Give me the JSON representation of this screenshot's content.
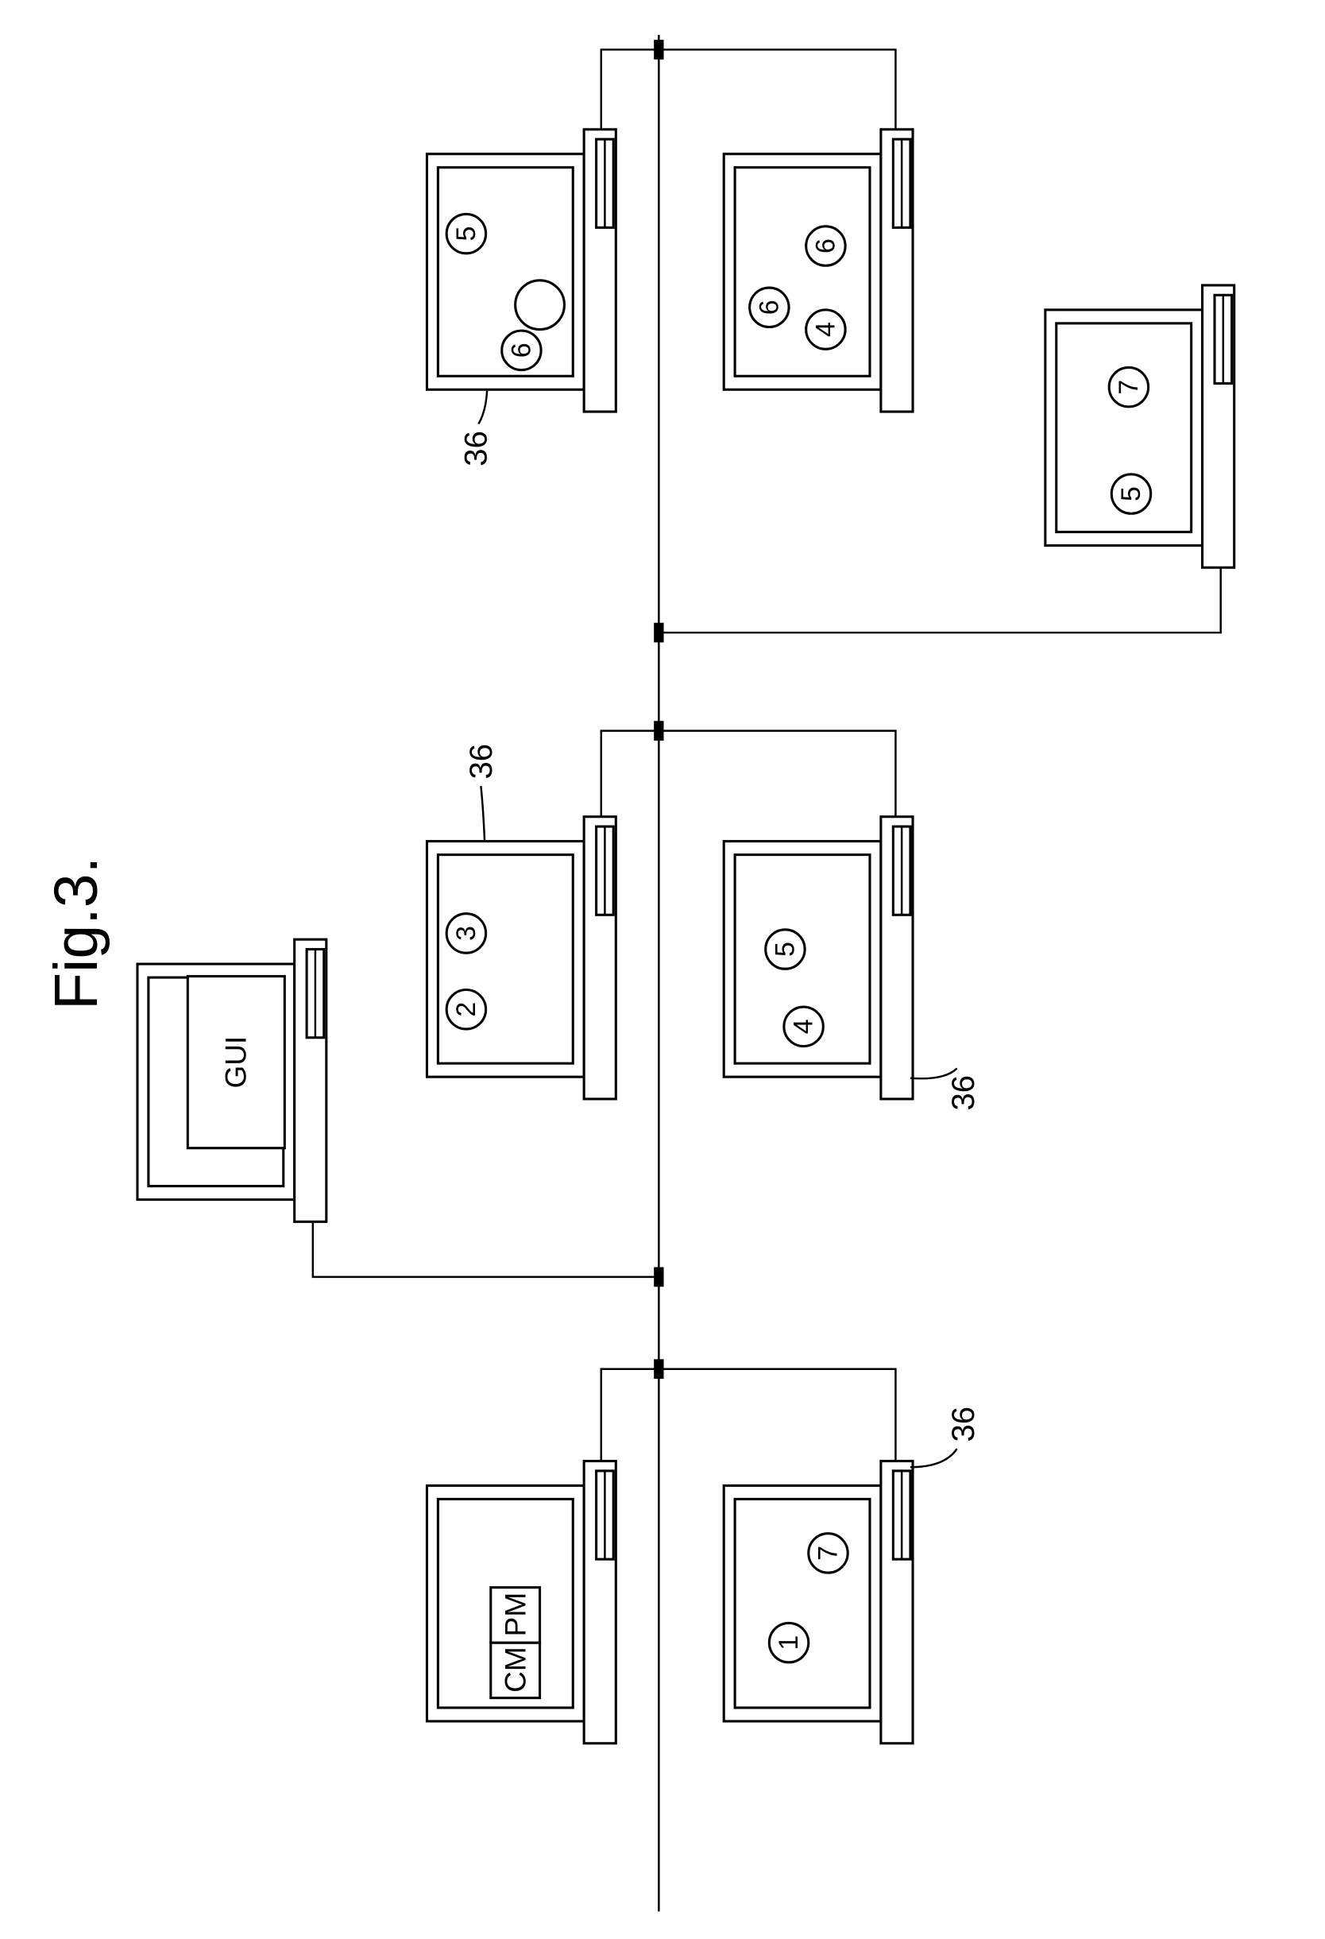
{
  "figure_title": "Fig.3.",
  "reference_label": "36",
  "gui_label": "GUI",
  "cm_label": "CM",
  "pm_label": "PM",
  "computers": {
    "top_left": [
      "5",
      "6"
    ],
    "top_right": [
      "6",
      "4",
      "6"
    ],
    "far_right": [
      "7",
      "5"
    ],
    "middle_left": [
      "2",
      "3"
    ],
    "middle_right": [
      "5",
      "4"
    ],
    "bottom_right": [
      "1",
      "7"
    ]
  }
}
